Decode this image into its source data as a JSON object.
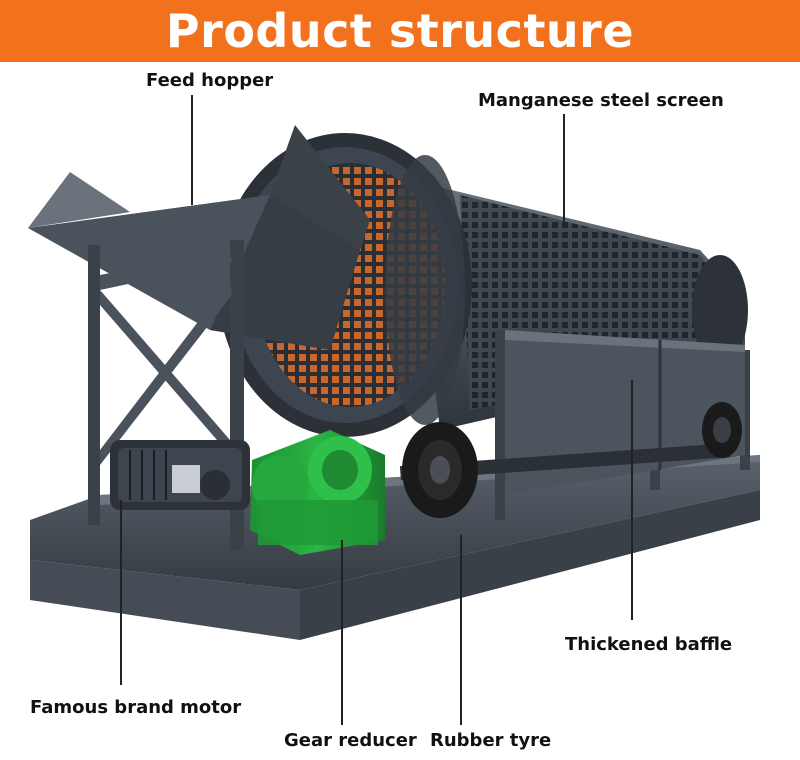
{
  "header": {
    "title": "Product structure",
    "background": "#f2711c",
    "text_color": "#ffffff"
  },
  "labels": {
    "feed_hopper": "Feed hopper",
    "manganese_screen": "Manganese steel screen",
    "thickened_baffle": "Thickened baffle",
    "motor": "Famous brand motor",
    "gear_reducer": "Gear reducer",
    "rubber_tyre": "Rubber tyre"
  },
  "colors": {
    "steel": "#3d4550",
    "steel_light": "#5c6570",
    "gear_green": "#22a03a",
    "tyre": "#1a1a1a",
    "orange_inner": "#d86a2a"
  }
}
